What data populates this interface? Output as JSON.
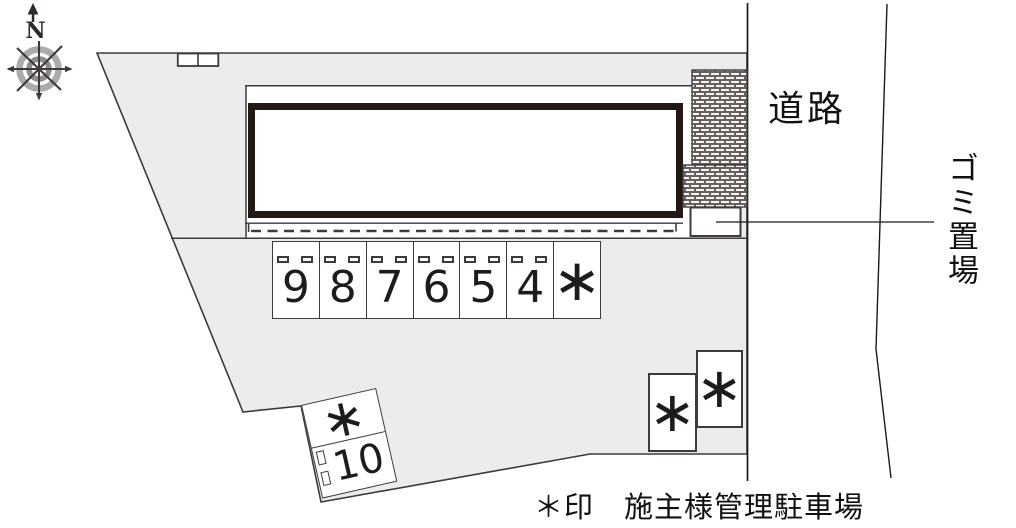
{
  "plan": {
    "compass": {
      "north_label": "N"
    },
    "road_label": "道路",
    "garbage_label": "ゴミ置場",
    "note_label": "＊印　施主様管理駐車場",
    "parking_row": {
      "cells": [
        {
          "label": "9"
        },
        {
          "label": "8"
        },
        {
          "label": "7"
        },
        {
          "label": "6"
        },
        {
          "label": "5"
        },
        {
          "label": "4"
        },
        {
          "label": "∗"
        }
      ]
    },
    "rotated_group": {
      "star_label": "∗",
      "ten_label": "10"
    },
    "managed_spaces": {
      "left_label": "∗",
      "right_label": "∗"
    },
    "colors": {
      "site_fill": "#ececec",
      "line": "#3e3a39",
      "building_outline": "#231815",
      "text": "#1a1a1a"
    }
  }
}
